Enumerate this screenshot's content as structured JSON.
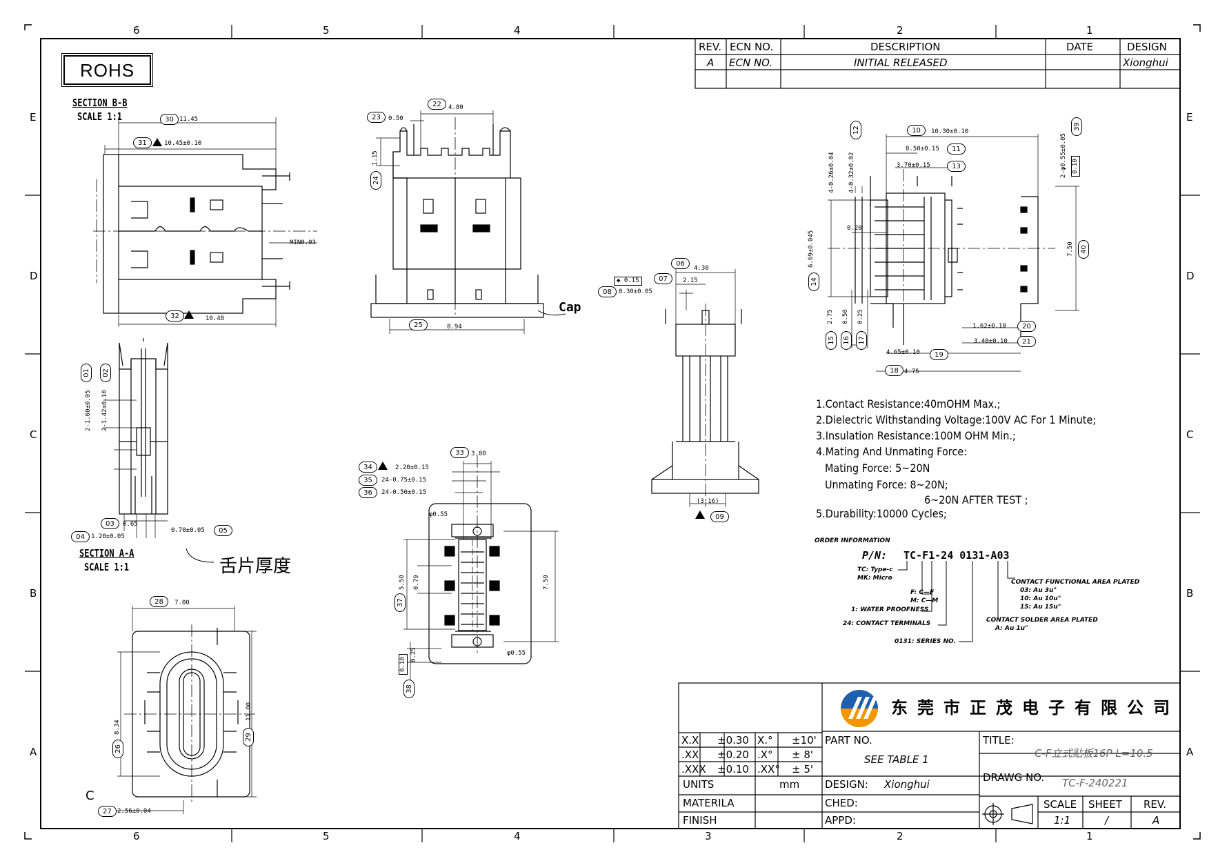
{
  "zones": {
    "top": [
      "6",
      "5",
      "4",
      "2",
      "1"
    ],
    "bottom": [
      "6",
      "5",
      "4",
      "3",
      "2",
      "1"
    ],
    "left": [
      "E",
      "D",
      "C",
      "B",
      "A"
    ],
    "right": [
      "E",
      "D",
      "C",
      "B",
      "A"
    ]
  },
  "rohs": "ROHS",
  "revision": {
    "headers": [
      "REV.",
      "ECN NO.",
      "DESCRIPTION",
      "DATE",
      "DESIGN"
    ],
    "row": [
      "A",
      "ECN NO.",
      "INITIAL RELEASED",
      "",
      "Xionghui"
    ]
  },
  "sections": {
    "bb_title": "SECTION B-B",
    "bb_scale": "SCALE 1:1",
    "aa_title": "SECTION A-A",
    "aa_scale": "SCALE 1:1",
    "tongue_label": "舌片厚度",
    "cap_label": "Cap",
    "c_label": "C"
  },
  "callouts": {
    "b30": "30",
    "b31": "31",
    "b32": "32",
    "b22": "22",
    "b23": "23",
    "b24": "24",
    "b25": "25",
    "b01": "01",
    "b02": "02",
    "b03": "03",
    "b04": "04",
    "b05": "05",
    "b06": "06",
    "b07": "07",
    "b08": "08",
    "b09": "09",
    "b10": "10",
    "b11": "11",
    "b12": "12",
    "b13": "13",
    "b14": "14",
    "b15": "15",
    "b16": "16",
    "b17": "17",
    "b18": "18",
    "b19": "19",
    "b20": "20",
    "b21": "21",
    "b39": "39",
    "b40": "40",
    "b33": "33",
    "b34": "34",
    "b35": "35",
    "b36": "36",
    "b37": "37",
    "b38": "38",
    "b26": "26",
    "b27": "27",
    "b28": "28",
    "b29": "29"
  },
  "dims": {
    "d30": "11.45",
    "d31": "10.45±0.10",
    "d32": "10.48",
    "dmin": "MIN0.03",
    "d22": "4.80",
    "d23": "0.50",
    "d24": "1.15",
    "d25": "8.94",
    "d01": "2-1.60±0.05",
    "d02": "2-1.42±0.10",
    "d03": "0.65",
    "d04": "1.20±0.05",
    "d05": "0.70±0.05",
    "d06": "4.30",
    "d07": "2.15",
    "d08": "0.30±0.05",
    "d08t": "0.15",
    "d09": "(3.16)",
    "d10": "10.30±0.10",
    "d11": "0.50±0.15",
    "d13": "3.70±0.15",
    "d12a": "4-0.26±0.04",
    "d12b": "4-0.32±0.02",
    "d14": "6.69±0.045",
    "d15": "2.75",
    "d16": "0.50",
    "d17": "0.25",
    "d020": "0.20",
    "d18": "4.75",
    "d19": "4.65±0.10",
    "d20": "1.62±0.10",
    "d21": "3.40±0.10",
    "d39": "2-φ0.55±0.05",
    "d39t": "0.10",
    "d40": "7.50",
    "d33": "3.80",
    "d34": "2.20±0.15",
    "d35": "24-0.75±0.15",
    "d36": "24-0.50±0.15",
    "d37": "5.50",
    "d37b": "0.79",
    "d37c": "7.50",
    "d38": "0.25",
    "d38t": "0.10",
    "dphi1": "φ0.55",
    "dphi2": "φ0.55",
    "d28": "7.00",
    "d29": "11.00",
    "d26": "8.34",
    "d27": "2.56±0.04"
  },
  "notes": [
    "1.Contact Resistance:40mOHM Max.;",
    "2.Dielectric Withstanding Voltage:100V AC For 1 Minute;",
    "3.Insulation Resistance:100M OHM Min.;",
    "4.Mating And Unmating Force:",
    "Mating Force: 5~20N",
    "Unmating Force: 8~20N;",
    "6~20N AFTER TEST ;",
    "5.Durability:10000 Cycles;"
  ],
  "order": {
    "title": "ORDER INFORMATION",
    "pn_label": "P/N:",
    "pn_value": "TC-F1-24 0131-A03",
    "tc": "TC: Type-c",
    "mk": "MK: Micro",
    "f": "F: C—F",
    "m": "M: C—M",
    "water": "1: WATER PROOFNESS",
    "terminals": "24: CONTACT TERMINALS",
    "series": "0131: SERIES NO.",
    "plated_title": "CONTACT FUNCTIONAL AREA PLATED",
    "p03": "03: Au 3u\"",
    "p10": "10: Au 10u\"",
    "p15": "15: Au 15u\"",
    "solder_title": "CONTACT SOLDER AREA PLATED",
    "solder_a": "A: Au 1u\""
  },
  "titleblock": {
    "company": "东莞市正茂电子有限公司",
    "tol": [
      [
        "X.X",
        "±0.30",
        "X.°",
        "±10'"
      ],
      [
        ".XX",
        "±0.20",
        ".X°",
        "± 8'"
      ],
      [
        ".XXX",
        "±0.10",
        ".XX°",
        "± 5'"
      ]
    ],
    "units_label": "UNITS",
    "units_value": "mm",
    "materila": "MATERILA",
    "finish": "FINISH",
    "part_no_label": "PART NO.",
    "part_no_value": "SEE TABLE 1",
    "design_label": "DESIGN:",
    "design_value": "Xionghui",
    "ched_label": "CHED:",
    "appd_label": "APPD:",
    "title_label": "TITLE:",
    "title_value": "C-F立式贴板16P L=10.5",
    "drawg_label": "DRAWG NO.",
    "drawg_value": "TC-F-240221",
    "scale_label": "SCALE",
    "scale_value": "1:1",
    "sheet_label": "SHEET",
    "sheet_value": "/",
    "rev_label": "REV.",
    "rev_value": "A"
  }
}
